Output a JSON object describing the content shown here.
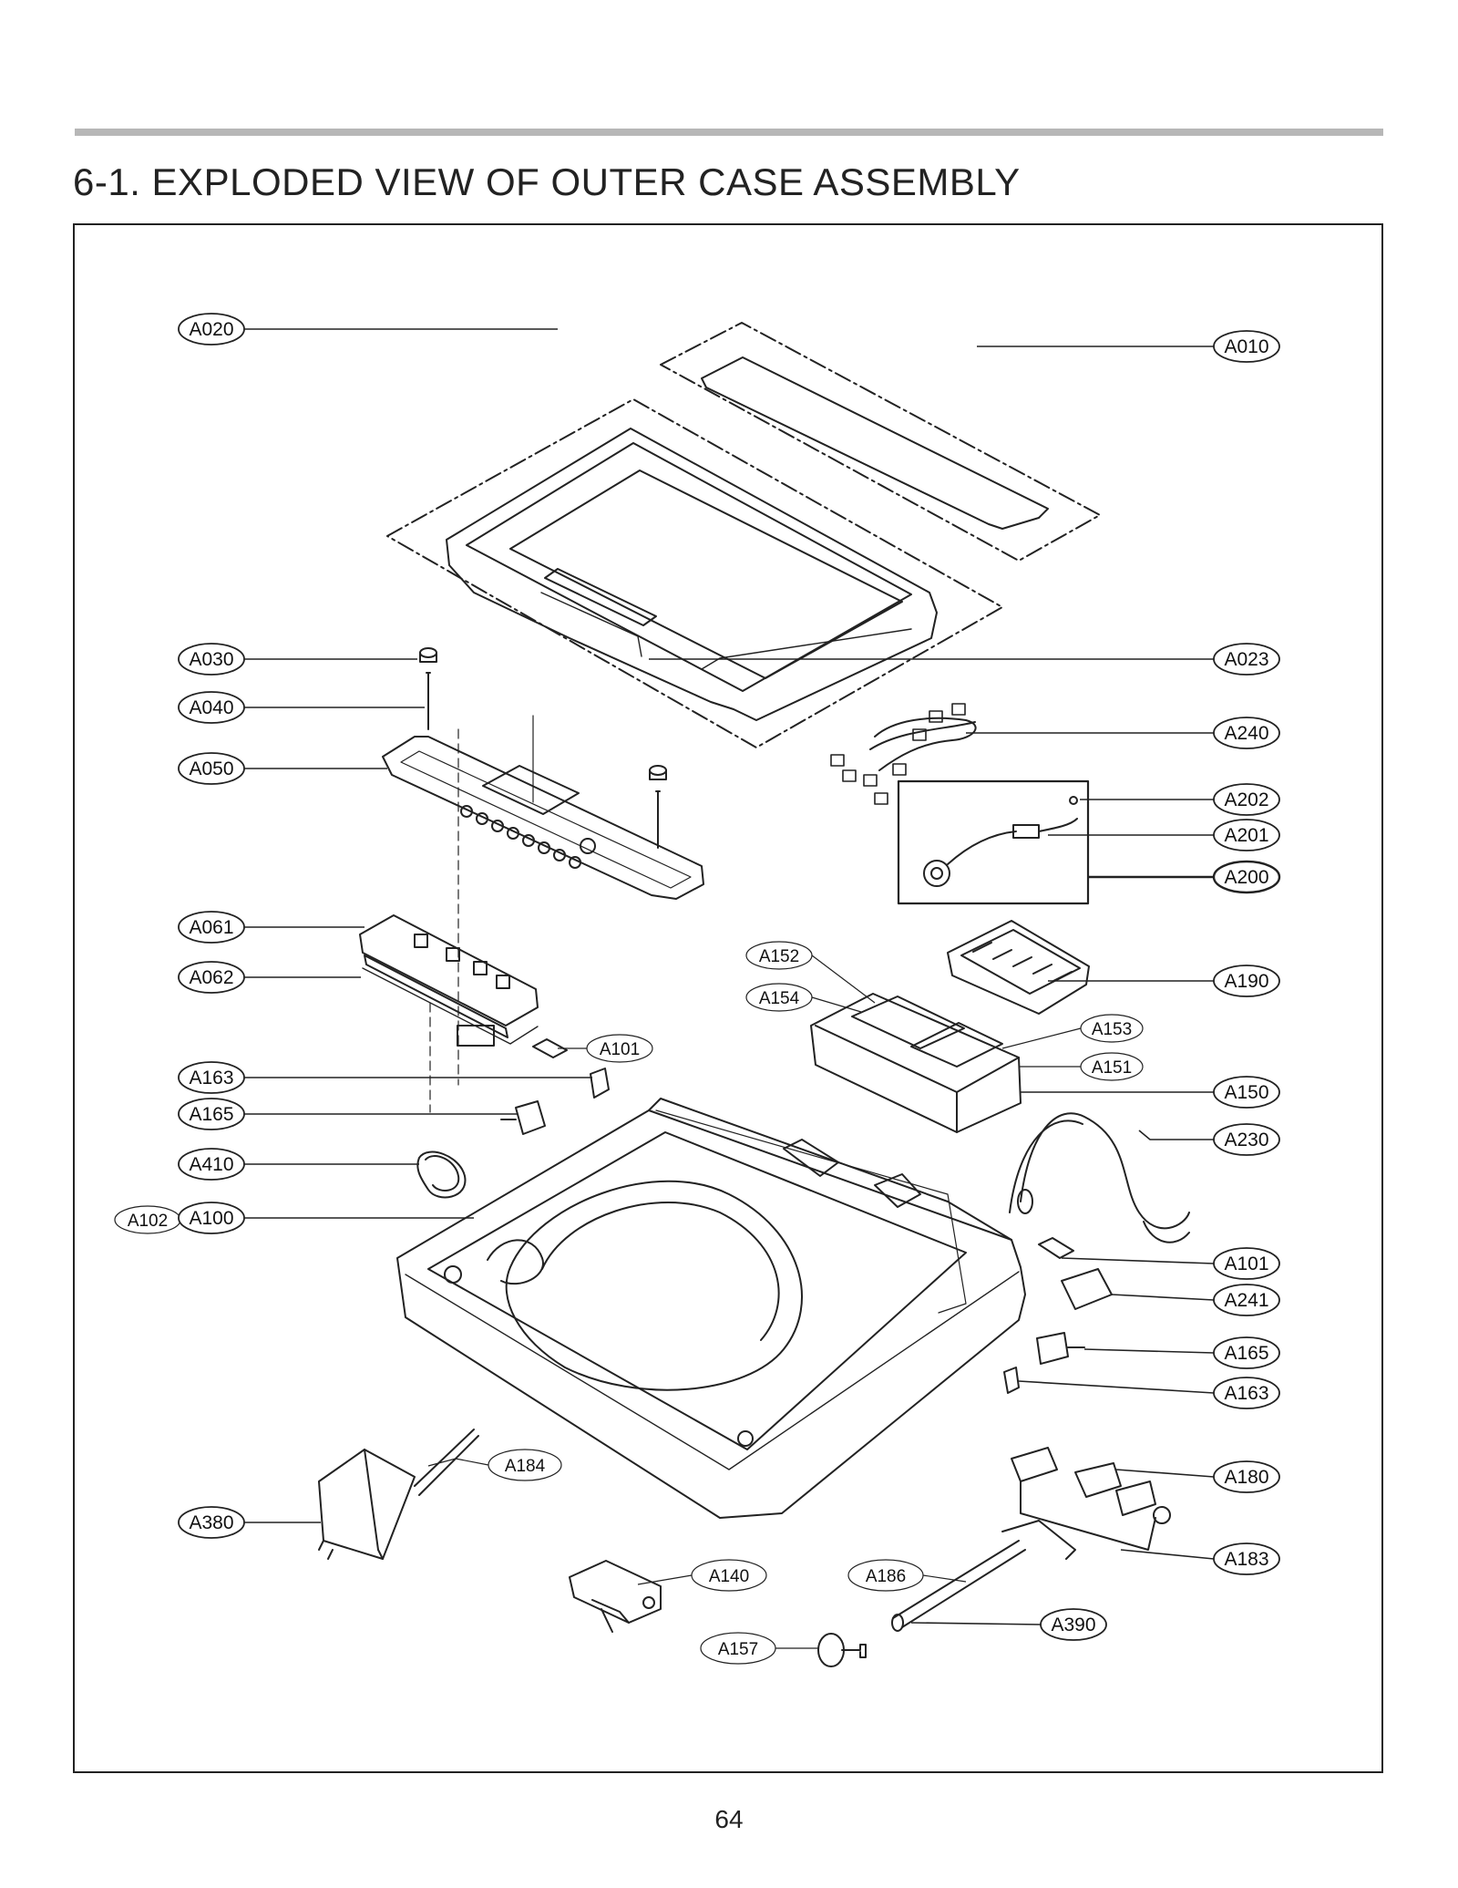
{
  "page": {
    "title": "6-1. EXPLODED VIEW OF OUTER CASE ASSEMBLY",
    "page_number": "64"
  },
  "callouts": [
    {
      "id": "A020",
      "label": "A020"
    },
    {
      "id": "A010",
      "label": "A010"
    },
    {
      "id": "A030",
      "label": "A030"
    },
    {
      "id": "A023",
      "label": "A023"
    },
    {
      "id": "A040",
      "label": "A040"
    },
    {
      "id": "A240",
      "label": "A240"
    },
    {
      "id": "A050",
      "label": "A050"
    },
    {
      "id": "A202",
      "label": "A202"
    },
    {
      "id": "A201",
      "label": "A201"
    },
    {
      "id": "A200",
      "label": "A200"
    },
    {
      "id": "A061",
      "label": "A061"
    },
    {
      "id": "A152",
      "label": "A152"
    },
    {
      "id": "A062",
      "label": "A062"
    },
    {
      "id": "A154",
      "label": "A154"
    },
    {
      "id": "A190",
      "label": "A190"
    },
    {
      "id": "A153",
      "label": "A153"
    },
    {
      "id": "A101a",
      "label": "A101"
    },
    {
      "id": "A163a",
      "label": "A163"
    },
    {
      "id": "A151",
      "label": "A151"
    },
    {
      "id": "A150",
      "label": "A150"
    },
    {
      "id": "A165a",
      "label": "A165"
    },
    {
      "id": "A230",
      "label": "A230"
    },
    {
      "id": "A410",
      "label": "A410"
    },
    {
      "id": "A102",
      "label": "A102"
    },
    {
      "id": "A100",
      "label": "A100"
    },
    {
      "id": "A101b",
      "label": "A101"
    },
    {
      "id": "A241",
      "label": "A241"
    },
    {
      "id": "A165b",
      "label": "A165"
    },
    {
      "id": "A163b",
      "label": "A163"
    },
    {
      "id": "A184",
      "label": "A184"
    },
    {
      "id": "A180",
      "label": "A180"
    },
    {
      "id": "A380",
      "label": "A380"
    },
    {
      "id": "A183",
      "label": "A183"
    },
    {
      "id": "A140",
      "label": "A140"
    },
    {
      "id": "A186",
      "label": "A186"
    },
    {
      "id": "A390",
      "label": "A390"
    },
    {
      "id": "A157",
      "label": "A157"
    }
  ]
}
